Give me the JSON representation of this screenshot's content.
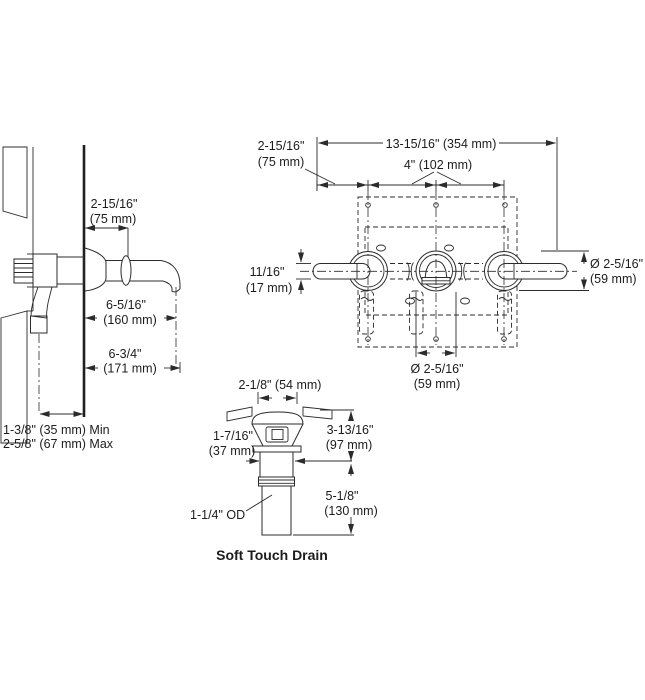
{
  "side_view": {
    "spout_offset": [
      "2-15/16\"",
      "(75 mm)"
    ],
    "spout_reach": [
      "6-5/16\"",
      "(160 mm)"
    ],
    "spout_tip_reach": [
      "6-3/4\"",
      "(171 mm)"
    ],
    "wall_thickness_min": "1-3/8\" (35 mm) Min",
    "wall_thickness_max": "2-5/8\" (67 mm) Max"
  },
  "front_view": {
    "overall_width": "13-15/16\" (354 mm)",
    "handle_to_center": [
      "2-15/16\"",
      "(75 mm)"
    ],
    "center_spacing": "4\" (102 mm)",
    "handle_thickness": [
      "11/16\"",
      "(17 mm)"
    ],
    "escutcheon_dia_right": [
      "Ø 2-5/16\"",
      "(59 mm)"
    ],
    "escutcheon_dia_bottom": [
      "Ø 2-5/16\"",
      "(59 mm)"
    ]
  },
  "drain": {
    "flange_dia": "2-1/8\" (54 mm)",
    "body_dia": [
      "1-7/16\"",
      "(37 mm)"
    ],
    "upper_length": [
      "3-13/16\"",
      "(97 mm)"
    ],
    "tail_length": [
      "5-1/8\"",
      "(130 mm)"
    ],
    "outlet_od": "1-1/4\" OD",
    "caption": "Soft Touch Drain"
  }
}
